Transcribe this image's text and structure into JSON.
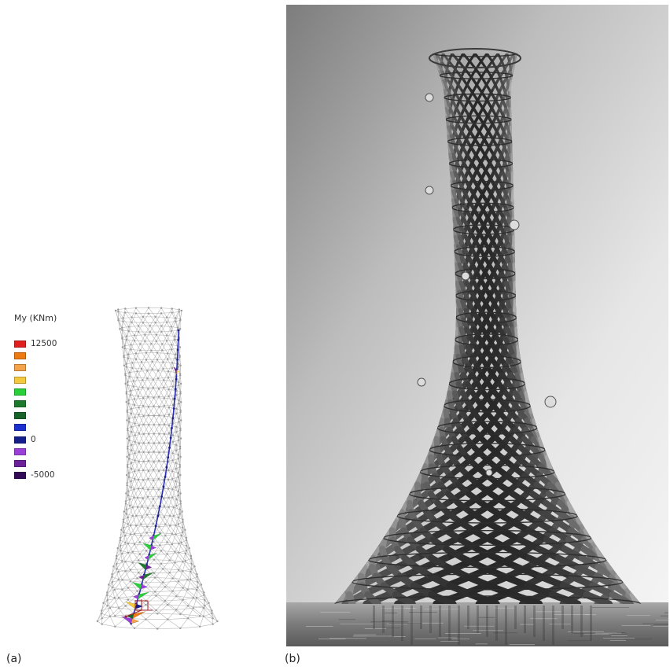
{
  "legend": {
    "title": "My (KNm)",
    "items": [
      {
        "color": "#e02020",
        "label": "12500"
      },
      {
        "color": "#ee7a12",
        "label": ""
      },
      {
        "color": "#f4a348",
        "label": ""
      },
      {
        "color": "#f5c93e",
        "label": ""
      },
      {
        "color": "#28d03a",
        "label": ""
      },
      {
        "color": "#1d7a2c",
        "label": ""
      },
      {
        "color": "#17632a",
        "label": ""
      },
      {
        "color": "#1c2fcf",
        "label": ""
      },
      {
        "color": "#141f8c",
        "label": "0"
      },
      {
        "color": "#9a40d8",
        "label": ""
      },
      {
        "color": "#6b219a",
        "label": ""
      },
      {
        "color": "#330a55",
        "label": "-5000"
      }
    ]
  },
  "panels": {
    "a_label": "(a)",
    "b_label": "(b)"
  },
  "colors": {
    "mesh": "#b9b9b9",
    "mesh_node": "#9a9a9a",
    "member": "#2b2fb0"
  }
}
